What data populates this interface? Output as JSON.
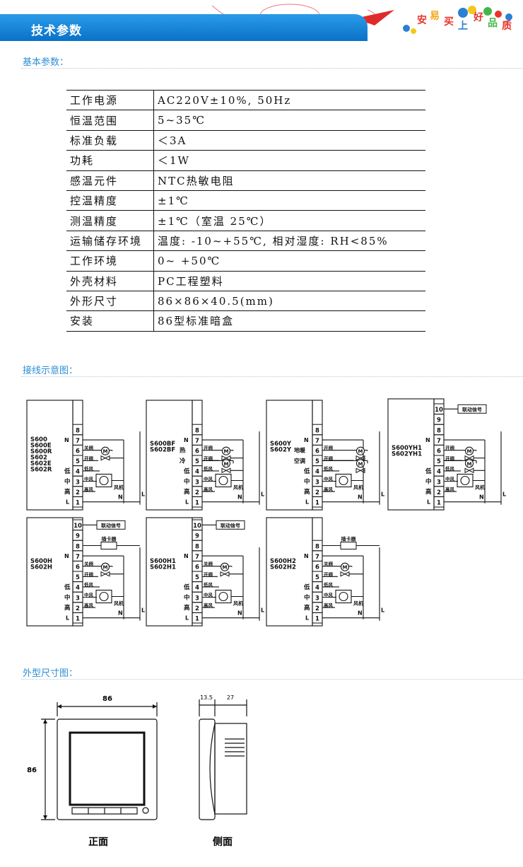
{
  "header": {
    "title": "技术参数",
    "slogan": [
      "安",
      "易",
      "买",
      "上",
      "好",
      "品",
      "质"
    ]
  },
  "sections": {
    "basic": "基本参数：",
    "wiring": "接线示意图：",
    "dims": "外型尺寸图："
  },
  "params": [
    {
      "name": "工作电源",
      "value": "AC220V±10%, 50Hz"
    },
    {
      "name": "恒温范围",
      "value": "5~35℃"
    },
    {
      "name": "标准负载",
      "value": "＜3A"
    },
    {
      "name": "功耗",
      "value": "＜1W"
    },
    {
      "name": "感温元件",
      "value": "NTC热敏电阻"
    },
    {
      "name": "控温精度",
      "value": "±1℃"
    },
    {
      "name": "测温精度",
      "value": "±1℃（室温 25℃）"
    },
    {
      "name": "运输储存环境",
      "value": "温度: -10~+55℃, 相对湿度: RH<85%"
    },
    {
      "name": "工作环境",
      "value": "0~ +50℃"
    },
    {
      "name": "外壳材料",
      "value": "PC工程塑料"
    },
    {
      "name": "外形尺寸",
      "value": "86×86×40.5(mm)"
    },
    {
      "name": "安装",
      "value": "86型标准暗盒"
    }
  ],
  "wiring_labels": {
    "close_valve": "关阀",
    "open_valve": "开阀",
    "low_fan": "低风",
    "mid_fan": "中风",
    "high_fan": "高风",
    "fan": "风机",
    "linkage_signal": "联动信号",
    "card_switch": "插卡器",
    "low": "低",
    "mid": "中",
    "high": "高",
    "heat": "热",
    "cool": "冷",
    "floor_heat": "地暖",
    "air_con": "空调",
    "N": "N",
    "L": "L",
    "motor": "M"
  },
  "diagrams": [
    {
      "models": [
        "S600",
        "S600E",
        "S600R",
        "S602",
        "S602E",
        "S602R"
      ]
    },
    {
      "models": [
        "S600BF",
        "S602BF"
      ]
    },
    {
      "models": [
        "S600Y",
        "S602Y"
      ]
    },
    {
      "models": [
        "S600YH1",
        "S602YH1"
      ]
    },
    {
      "models": [
        "S600H",
        "S602H"
      ]
    },
    {
      "models": [
        "S600H1",
        "S602H1"
      ]
    },
    {
      "models": [
        "S600H2",
        "S602H2"
      ]
    }
  ],
  "dimensions": {
    "width": "86",
    "height": "86",
    "side_a": "13.5",
    "side_b": "27",
    "front_label": "正面",
    "side_label": "侧面"
  }
}
